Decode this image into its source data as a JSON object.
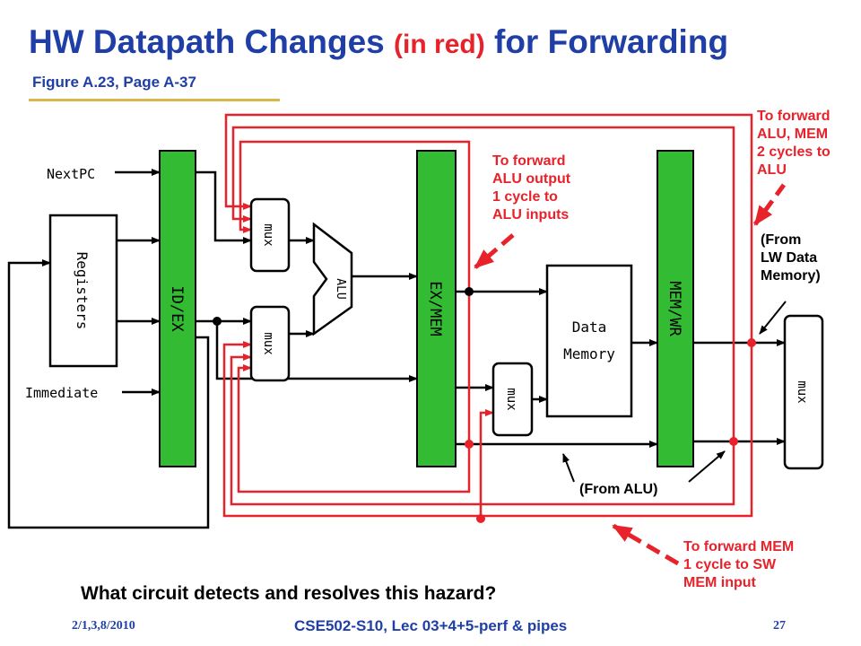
{
  "slide": {
    "title_part1": "HW Datapath Changes ",
    "title_red": "(in red)",
    "title_part2": " for Forwarding",
    "subtitle": "Figure A.23, Page A-37",
    "question": "What circuit detects and resolves this hazard?",
    "footer_date": "2/1,3,8/2010",
    "footer_course": "CSE502-S10, Lec 03+4+5-perf & pipes",
    "page_number": "27"
  },
  "diagram": {
    "blocks": {
      "registers": "Registers",
      "id_ex": "ID/EX",
      "ex_mem": "EX/MEM",
      "mem_wr": "MEM/WR",
      "alu": "ALU",
      "mux": "mux",
      "data_memory_line1": "Data",
      "data_memory_line2": "Memory"
    },
    "labels": {
      "nextpc": "NextPC",
      "immediate": "Immediate",
      "from_alu": "(From ALU)",
      "from_lw_line1": "(From",
      "from_lw_line2": "LW Data",
      "from_lw_line3": "Memory)"
    },
    "annotations": {
      "fwd_alu_1": [
        "To forward",
        "ALU output",
        "1 cycle to",
        "ALU inputs"
      ],
      "fwd_alu_mem_2": [
        "To forward",
        "ALU, MEM",
        "2 cycles to",
        "ALU"
      ],
      "fwd_mem_1": [
        "To forward MEM",
        "1 cycle to SW",
        "MEM input"
      ]
    },
    "colors": {
      "pipeline_register": "#33bb33",
      "forward_path": "#e8222a",
      "wire": "#000000",
      "title": "#1f3fa6"
    }
  }
}
